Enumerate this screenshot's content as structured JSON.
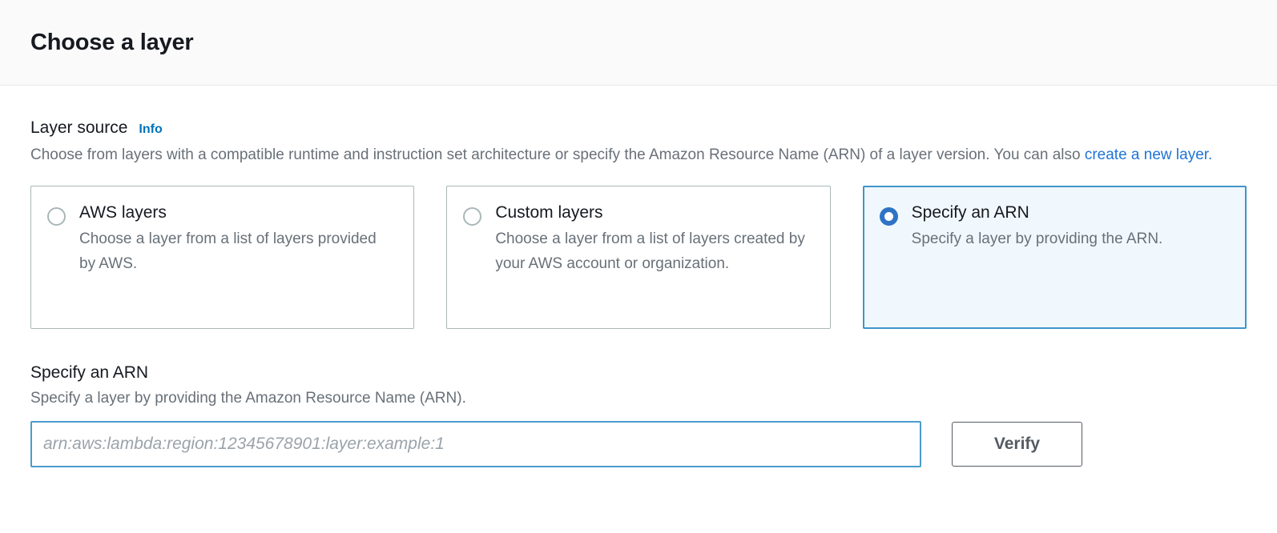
{
  "header": {
    "title": "Choose a layer"
  },
  "layer_source": {
    "label": "Layer source",
    "info_label": "Info",
    "description_part1": "Choose from layers with a compatible runtime and instruction set architecture or specify the Amazon Resource Name (ARN) of a layer version. You can also ",
    "description_link": "create a new layer.",
    "options": [
      {
        "title": "AWS layers",
        "description": "Choose a layer from a list of layers provided by AWS.",
        "selected": false
      },
      {
        "title": "Custom layers",
        "description": "Choose a layer from a list of layers created by your AWS account or organization.",
        "selected": false
      },
      {
        "title": "Specify an ARN",
        "description": "Specify a layer by providing the ARN.",
        "selected": true
      }
    ]
  },
  "arn_section": {
    "label": "Specify an ARN",
    "description": "Specify a layer by providing the Amazon Resource Name (ARN).",
    "input_value": "",
    "input_placeholder": "arn:aws:lambda:region:12345678901:layer:example:1",
    "verify_label": "Verify"
  },
  "colors": {
    "accent_blue": "#0073bb",
    "link_blue": "#2074d5",
    "selected_border": "#3f96c8",
    "selected_background": "#f1f8fd",
    "radio_selected": "#2f73c4",
    "text_primary": "#16191f",
    "text_secondary": "#687078",
    "button_border": "#545b64",
    "header_background": "#fafafa"
  }
}
